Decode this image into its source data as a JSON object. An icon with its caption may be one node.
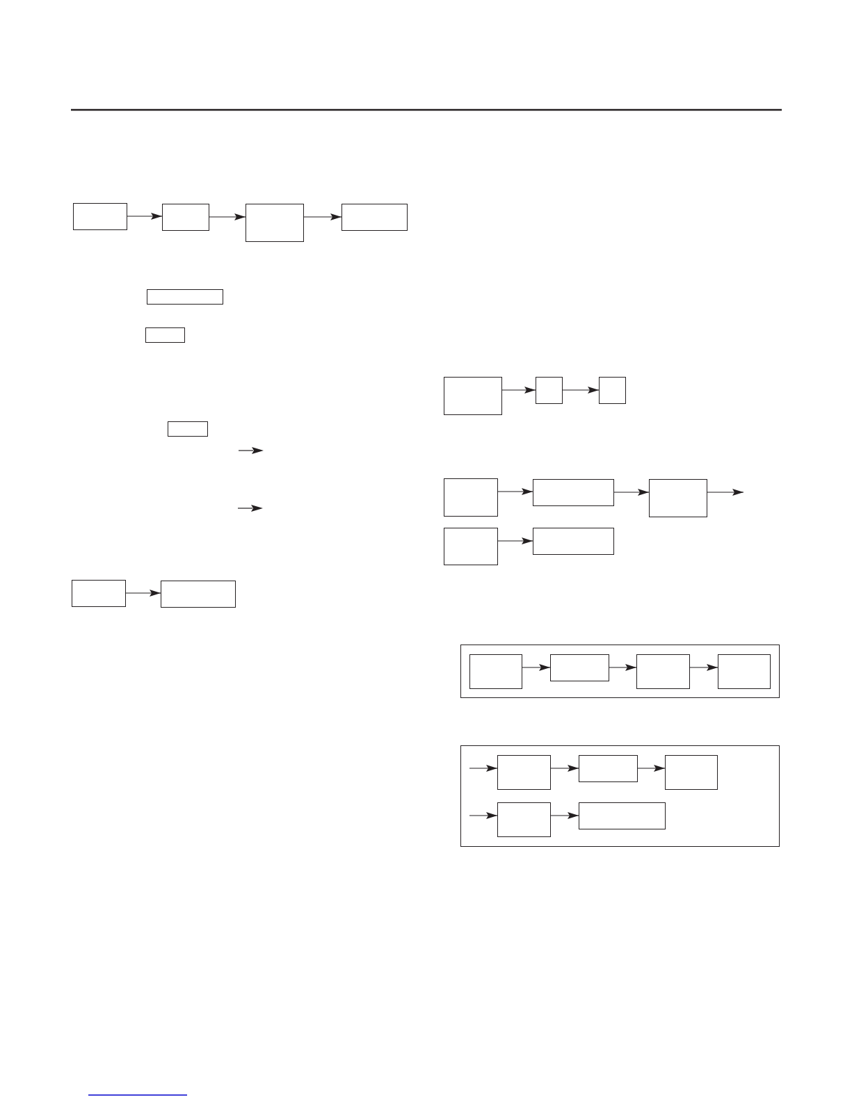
{
  "diagram": {
    "nodes": [
      {
        "text": [],
        "shape": "box"
      },
      {
        "text": [],
        "shape": "box"
      },
      {
        "text": [],
        "shape": "box"
      },
      {
        "text": [],
        "shape": "box"
      },
      {
        "text": [],
        "shape": "box"
      },
      {
        "text": [],
        "shape": "box"
      },
      {
        "text": [],
        "shape": "box"
      },
      {
        "text": [],
        "shape": "box"
      },
      {
        "text": [],
        "shape": "box"
      },
      {
        "text": [],
        "shape": "box"
      },
      {
        "text": [],
        "shape": "box"
      },
      {
        "text": [],
        "shape": "box"
      },
      {
        "text": [],
        "shape": "box"
      },
      {
        "text": [],
        "shape": "box"
      },
      {
        "text": [],
        "shape": "box"
      },
      {
        "text": [],
        "shape": "box"
      },
      {
        "text": [],
        "shape": "box"
      },
      {
        "text": [],
        "shape": "box"
      },
      {
        "text": [],
        "shape": "box",
        "in": 17
      },
      {
        "text": [],
        "shape": "box",
        "in": 17
      },
      {
        "text": [],
        "shape": "box",
        "in": 17
      },
      {
        "text": [],
        "shape": "box",
        "in": 17
      },
      {
        "text": [],
        "shape": "box"
      },
      {
        "text": [],
        "shape": "box",
        "in": 22
      },
      {
        "text": [],
        "shape": "box",
        "in": 22
      },
      {
        "text": [],
        "shape": "box",
        "in": 22
      },
      {
        "text": [],
        "shape": "box",
        "in": 22
      },
      {
        "text": [],
        "shape": "box",
        "in": 22
      }
    ],
    "edges": [
      {
        "from": 0,
        "to": 1,
        "arrow": "to"
      },
      {
        "from": 1,
        "to": 2,
        "arrow": "to"
      },
      {
        "from": 2,
        "to": 3,
        "arrow": "to"
      },
      {
        "from": 7,
        "to": 8,
        "arrow": "to"
      },
      {
        "from": 8,
        "to": 9,
        "arrow": "to"
      },
      {
        "from": 10,
        "to": 11,
        "arrow": "to"
      },
      {
        "from": 11,
        "to": 12,
        "arrow": "to"
      },
      {
        "from": 12,
        "to": null,
        "arrow": "to"
      },
      {
        "from": 13,
        "to": 14,
        "arrow": "to"
      },
      {
        "from": 15,
        "to": 16,
        "arrow": "to"
      },
      {
        "from": 18,
        "to": 19,
        "arrow": "to"
      },
      {
        "from": 19,
        "to": 20,
        "arrow": "to"
      },
      {
        "from": 20,
        "to": 21,
        "arrow": "to"
      },
      {
        "from": null,
        "to": 23,
        "arrow": "to"
      },
      {
        "from": 23,
        "to": 24,
        "arrow": "to"
      },
      {
        "from": 24,
        "to": 25,
        "arrow": "to"
      },
      {
        "from": null,
        "to": 26,
        "arrow": "to"
      },
      {
        "from": 26,
        "to": 27,
        "arrow": "to"
      }
    ]
  }
}
